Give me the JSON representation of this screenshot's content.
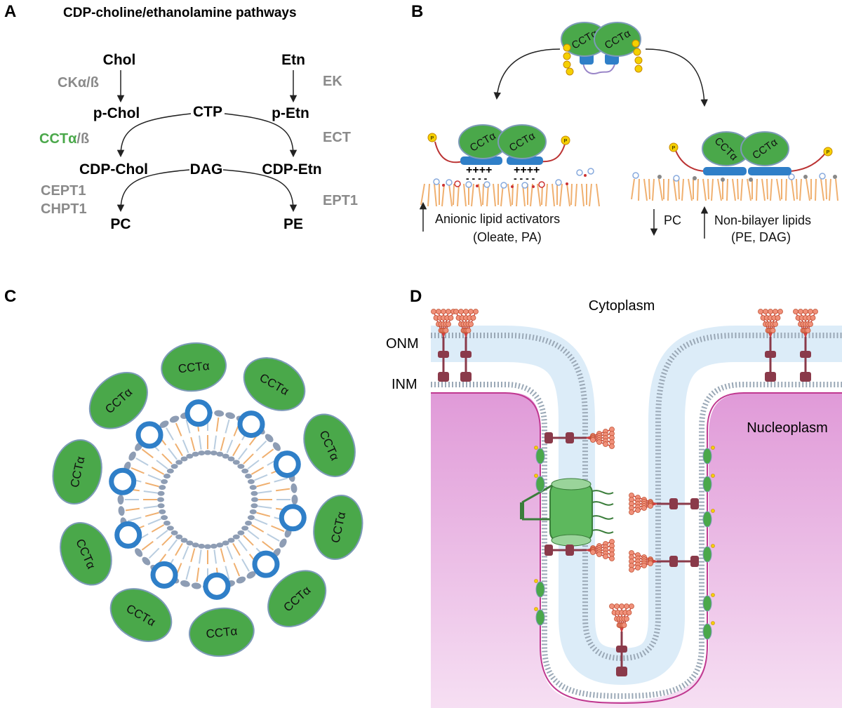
{
  "panels": {
    "a": {
      "letter": "A",
      "title": "CDP-choline/ethanolamine pathways",
      "chol": "Chol",
      "etn": "Etn",
      "p_chol": "p-Chol",
      "p_etn": "p-Etn",
      "ctp": "CTP",
      "cdp_chol": "CDP-Chol",
      "cdp_etn": "CDP-Etn",
      "dag": "DAG",
      "pc": "PC",
      "pe": "PE",
      "enz_cka": "CKα/ß",
      "enz_ek": "EK",
      "enz_cct_a": "CCTα",
      "enz_cct_b": "/ß",
      "enz_ect": "ECT",
      "enz_cept1": "CEPT1",
      "enz_chpt1": "CHPT1",
      "enz_ept1": "EPT1"
    },
    "b": {
      "letter": "B",
      "cct": "CCTα",
      "phospho": "P",
      "plus": "++++",
      "minus": "- - - -",
      "anionic_line1": "Anionic lipid activators",
      "anionic_line2": "(Oleate, PA)",
      "pc": "PC",
      "nonbilayer_line1": "Non-bilayer lipids",
      "nonbilayer_line2": "(PE, DAG)"
    },
    "c": {
      "letter": "C",
      "cct": "CCTα"
    },
    "d": {
      "letter": "D",
      "cytoplasm": "Cytoplasm",
      "onm": "ONM",
      "inm": "INM",
      "nucleoplasm": "Nucleoplasm"
    }
  },
  "colors": {
    "cct_green": "#4aa84a",
    "cct_outline": "#7d9ab8",
    "membrane_blue": "#2f7fc8",
    "lipid_orange": "#f0b070",
    "nucleoplasm": "#e6a3e0",
    "lumen": "#dcecf8",
    "enzyme_gray": "#8a8a8a"
  }
}
